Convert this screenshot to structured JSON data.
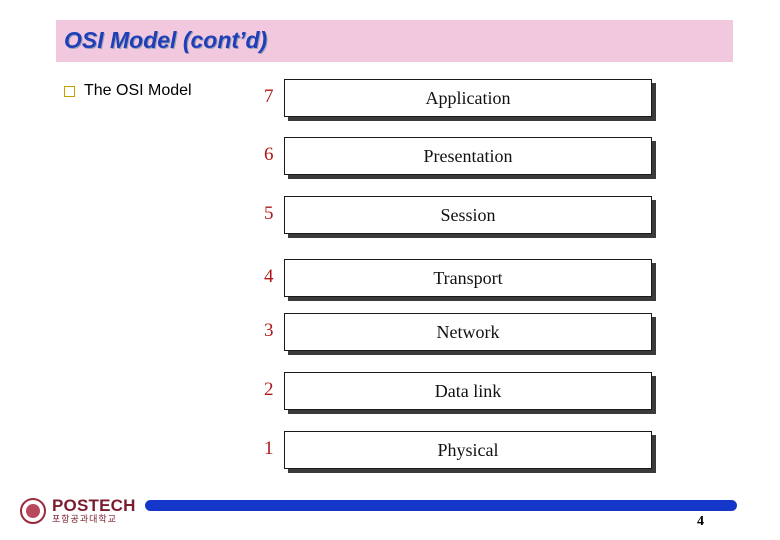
{
  "slide": {
    "title": "OSI Model (cont’d)",
    "bullet": "The OSI Model",
    "page_number": "4"
  },
  "layers": [
    {
      "number": "7",
      "name": "Application"
    },
    {
      "number": "6",
      "name": "Presentation"
    },
    {
      "number": "5",
      "name": "Session"
    },
    {
      "number": "4",
      "name": "Transport"
    },
    {
      "number": "3",
      "name": "Network"
    },
    {
      "number": "2",
      "name": "Data link"
    },
    {
      "number": "1",
      "name": "Physical"
    }
  ],
  "logo": {
    "name": "POSTECH",
    "subtitle": "포항공과대학교"
  },
  "colors": {
    "title_text": "#1f3fb7",
    "title_band": "#f1c8dd",
    "layer_number": "#b01818",
    "footer_bar": "#1437c9",
    "logo": "#7a1e2e",
    "bullet": "#c8a000"
  }
}
